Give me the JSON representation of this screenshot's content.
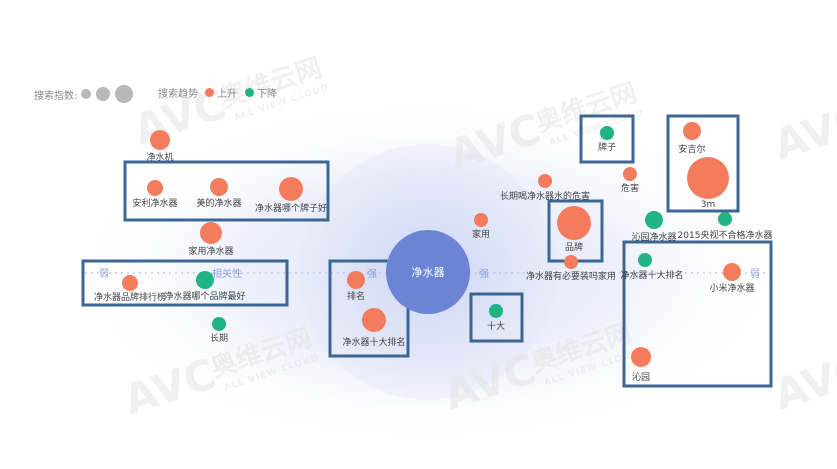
{
  "legend": {
    "index_label": "搜索指数:",
    "trend_label": "搜索趋势",
    "up_label": "上升",
    "down_label": "下降"
  },
  "watermark": {
    "logo": "AVC",
    "brand_cn": "奥维云网",
    "brand_en": "ALL VIEW CLOUD"
  },
  "colors": {
    "up": "#f47b5e",
    "down": "#20b384",
    "center": "#6b85d4",
    "size_legend": "#b8b8b8",
    "box": "#3d6694",
    "axis_text": "#8fa3dd"
  },
  "chart_data": {
    "type": "scatter",
    "center_keyword": "净水器",
    "axis_labels": [
      "弱",
      "相关性",
      "强",
      "强",
      "弱"
    ],
    "points": [
      {
        "label": "净水机",
        "trend": "up",
        "size": 2
      },
      {
        "label": "安利净水器",
        "trend": "up",
        "size": 1
      },
      {
        "label": "美的净水器",
        "trend": "up",
        "size": 1
      },
      {
        "label": "净水器哪个牌子好",
        "trend": "up",
        "size": 3
      },
      {
        "label": "家用净水器",
        "trend": "up",
        "size": 2
      },
      {
        "label": "净水器品牌排行榜",
        "trend": "up",
        "size": 1
      },
      {
        "label": "净水器哪个品牌最好",
        "trend": "down",
        "size": 2
      },
      {
        "label": "长期",
        "trend": "down",
        "size": 1
      },
      {
        "label": "排名",
        "trend": "up",
        "size": 2
      },
      {
        "label": "净水器十大排名",
        "trend": "up",
        "size": 3
      },
      {
        "label": "家用",
        "trend": "up",
        "size": 1
      },
      {
        "label": "十大",
        "trend": "down",
        "size": 1
      },
      {
        "label": "长期喝净水器水的危害",
        "trend": "up",
        "size": 1
      },
      {
        "label": "品牌",
        "trend": "up",
        "size": 4
      },
      {
        "label": "净水器有必要装吗家用",
        "trend": "up",
        "size": 1
      },
      {
        "label": "牌子",
        "trend": "down",
        "size": 1
      },
      {
        "label": "危害",
        "trend": "up",
        "size": 1
      },
      {
        "label": "沁园净水器",
        "trend": "down",
        "size": 2
      },
      {
        "label": "安吉尔",
        "trend": "up",
        "size": 2
      },
      {
        "label": "3m",
        "trend": "up",
        "size": 5
      },
      {
        "label": "2015央视不合格净水器",
        "trend": "down",
        "size": 1
      },
      {
        "label": "净水器十大排名",
        "trend": "down",
        "size": 1
      },
      {
        "label": "小米净水器",
        "trend": "up",
        "size": 2
      },
      {
        "label": "沁园",
        "trend": "up",
        "size": 2
      }
    ],
    "highlight_groups": [
      [
        "安利净水器",
        "美的净水器",
        "净水器哪个牌子好"
      ],
      [
        "净水器品牌排行榜",
        "净水器哪个品牌最好"
      ],
      [
        "排名",
        "净水器十大排名"
      ],
      [
        "十大"
      ],
      [
        "品牌"
      ],
      [
        "牌子"
      ],
      [
        "安吉尔",
        "3m"
      ],
      [
        "净水器十大排名",
        "小米净水器",
        "沁园"
      ]
    ]
  }
}
